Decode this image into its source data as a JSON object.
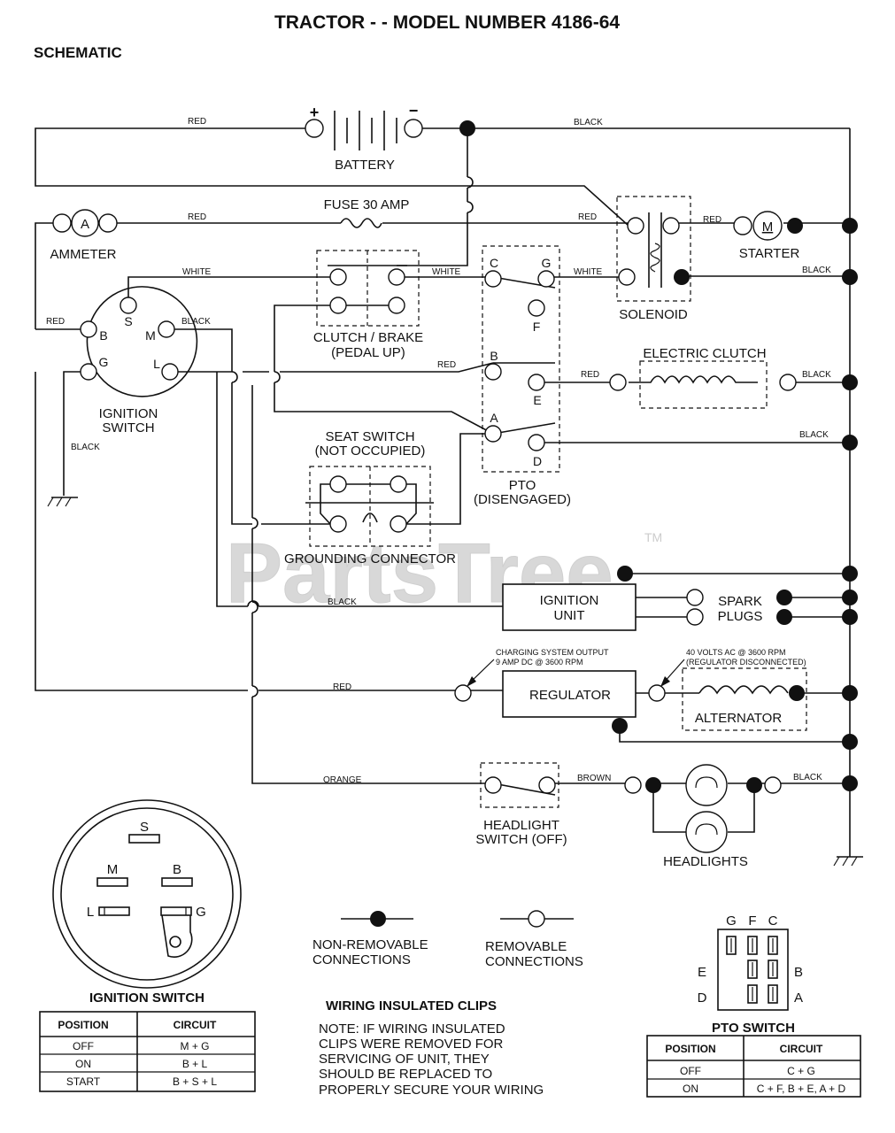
{
  "title": "TRACTOR - - MODEL NUMBER 4186-64",
  "subtitle": "SCHEMATIC",
  "watermark": "PartsTree",
  "watermark_tm": "TM",
  "components": {
    "battery": "BATTERY",
    "battery_plus": "+",
    "battery_minus": "−",
    "fuse": "FUSE 30 AMP",
    "ammeter": "AMMETER",
    "ammeter_symbol": "A",
    "solenoid": "SOLENOID",
    "starter": "STARTER",
    "starter_symbol": "M",
    "clutch_brake_1": "CLUTCH / BRAKE",
    "clutch_brake_2": "(PEDAL UP)",
    "ignition_switch_1": "IGNITION",
    "ignition_switch_2": "SWITCH",
    "electric_clutch": "ELECTRIC CLUTCH",
    "seat_switch_1": "SEAT SWITCH",
    "seat_switch_2": "(NOT OCCUPIED)",
    "grounding_connector": "GROUNDING CONNECTOR",
    "pto_1": "PTO",
    "pto_2": "(DISENGAGED)",
    "ignition_unit_1": "IGNITION",
    "ignition_unit_2": "UNIT",
    "spark_plugs_1": "SPARK",
    "spark_plugs_2": "PLUGS",
    "regulator": "REGULATOR",
    "alternator": "ALTERNATOR",
    "charging_note_1": "CHARGING SYSTEM OUTPUT",
    "charging_note_2": "9 AMP DC @ 3600 RPM",
    "alt_note_1": "40 VOLTS AC @ 3600 RPM",
    "alt_note_2": "(REGULATOR DISCONNECTED)",
    "headlight_switch_1": "HEADLIGHT",
    "headlight_switch_2": "SWITCH (OFF)",
    "headlights": "HEADLIGHTS"
  },
  "ign_terminals": {
    "s": "S",
    "b": "B",
    "m": "M",
    "g": "G",
    "l": "L"
  },
  "pto_terminals": {
    "c": "C",
    "g": "G",
    "f": "F",
    "b": "B",
    "e": "E",
    "a": "A",
    "d": "D"
  },
  "wire_colors": {
    "red": "RED",
    "black": "BLACK",
    "white": "WHITE",
    "orange": "ORANGE",
    "brown": "BROWN"
  },
  "legend": {
    "non_removable_1": "NON-REMOVABLE",
    "non_removable_2": "CONNECTIONS",
    "removable_1": "REMOVABLE",
    "removable_2": "CONNECTIONS"
  },
  "ignition_table": {
    "title": "IGNITION SWITCH",
    "headers": [
      "POSITION",
      "CIRCUIT"
    ],
    "rows": [
      [
        "OFF",
        "M + G"
      ],
      [
        "ON",
        "B + L"
      ],
      [
        "START",
        "B + S + L"
      ]
    ]
  },
  "pto_table": {
    "title": "PTO SWITCH",
    "headers": [
      "POSITION",
      "CIRCUIT"
    ],
    "rows": [
      [
        "OFF",
        "C + G"
      ],
      [
        "ON",
        "C + F, B + E, A + D"
      ]
    ]
  },
  "note": {
    "title": "WIRING INSULATED CLIPS",
    "lines": [
      "NOTE: IF WIRING INSULATED",
      "CLIPS WERE REMOVED FOR",
      "SERVICING OF UNIT, THEY",
      "SHOULD BE REPLACED TO",
      "PROPERLY SECURE YOUR WIRING"
    ]
  },
  "ign_face": {
    "s": "S",
    "m": "M",
    "b": "B",
    "l": "L",
    "g": "G"
  },
  "pto_face": {
    "g": "G",
    "f": "F",
    "c": "C",
    "e": "E",
    "b": "B",
    "d": "D",
    "a": "A"
  }
}
